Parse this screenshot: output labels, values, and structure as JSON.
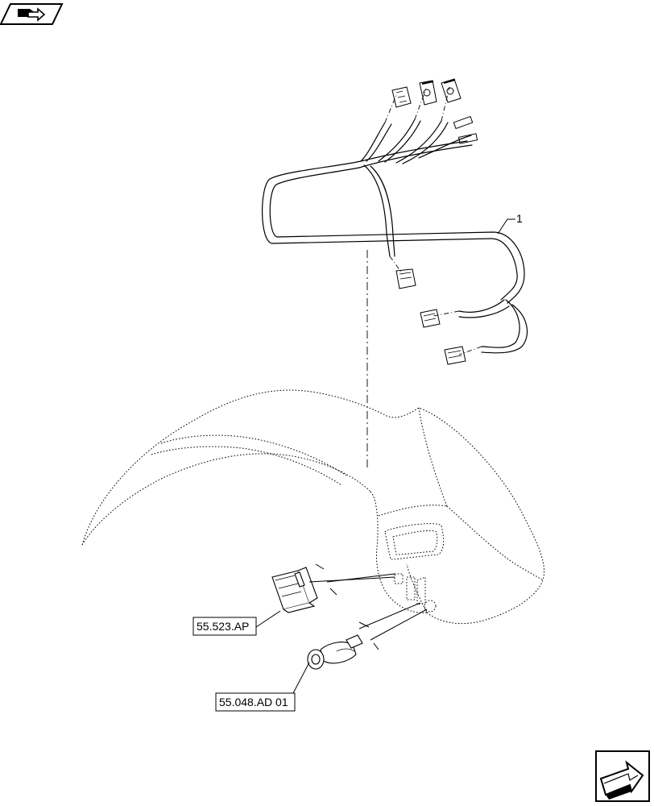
{
  "nav": {
    "prev_icon": "page-back-arrow-icon",
    "next_icon": "page-forward-arrow-icon"
  },
  "callouts": {
    "item_1": "1",
    "ref_switch": "55.523.AP",
    "ref_socket": "55.048.AD 01"
  }
}
